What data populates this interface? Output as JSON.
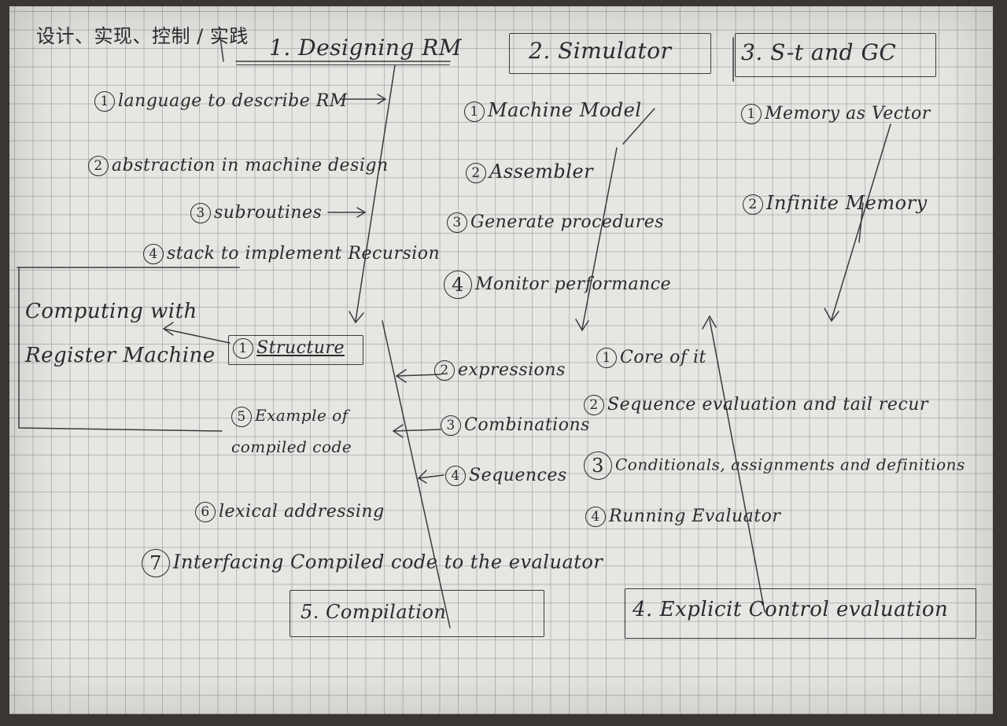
{
  "header": {
    "chinese_note": "设计、实现、控制 / 实践",
    "sections": [
      "1. Designing RM",
      "2. Simulator",
      "3. S-t and GC",
      "4. Explicit Control evaluation",
      "5. Compilation"
    ]
  },
  "designing_rm": [
    {
      "num": "1",
      "text": "language to describe RM"
    },
    {
      "num": "2",
      "text": "abstraction in machine design"
    },
    {
      "num": "3",
      "text": "subroutines"
    },
    {
      "num": "4",
      "text": "stack to implement Recursion"
    }
  ],
  "simulator": [
    {
      "num": "1",
      "text": "Machine Model"
    },
    {
      "num": "2",
      "text": "Assembler"
    },
    {
      "num": "3",
      "text": "Generate procedures"
    },
    {
      "num": "4",
      "text": "Monitor performance"
    }
  ],
  "storage_gc": [
    {
      "num": "1",
      "text": "Memory as Vector"
    },
    {
      "num": "2",
      "text": "Infinite Memory"
    }
  ],
  "computing_box": "Computing with Register Machine",
  "compilation_items": [
    {
      "num": "1",
      "text": "Structure"
    },
    {
      "num": "5",
      "text": "Example of compiled code"
    },
    {
      "num": "6",
      "text": "lexical addressing"
    },
    {
      "num": "7",
      "text": "Interfacing Compiled code to the evaluator"
    }
  ],
  "compiler_parts": [
    {
      "num": "2",
      "text": "expressions"
    },
    {
      "num": "3",
      "text": "Combinations"
    },
    {
      "num": "4",
      "text": "Sequences"
    }
  ],
  "ec_eval": [
    {
      "num": "1",
      "text": "Core of it"
    },
    {
      "num": "2",
      "text": "Sequence evaluation and tail recur"
    },
    {
      "num": "3",
      "text": "Conditionals, assignments and definitions"
    },
    {
      "num": "4",
      "text": "Running Evaluator"
    }
  ]
}
